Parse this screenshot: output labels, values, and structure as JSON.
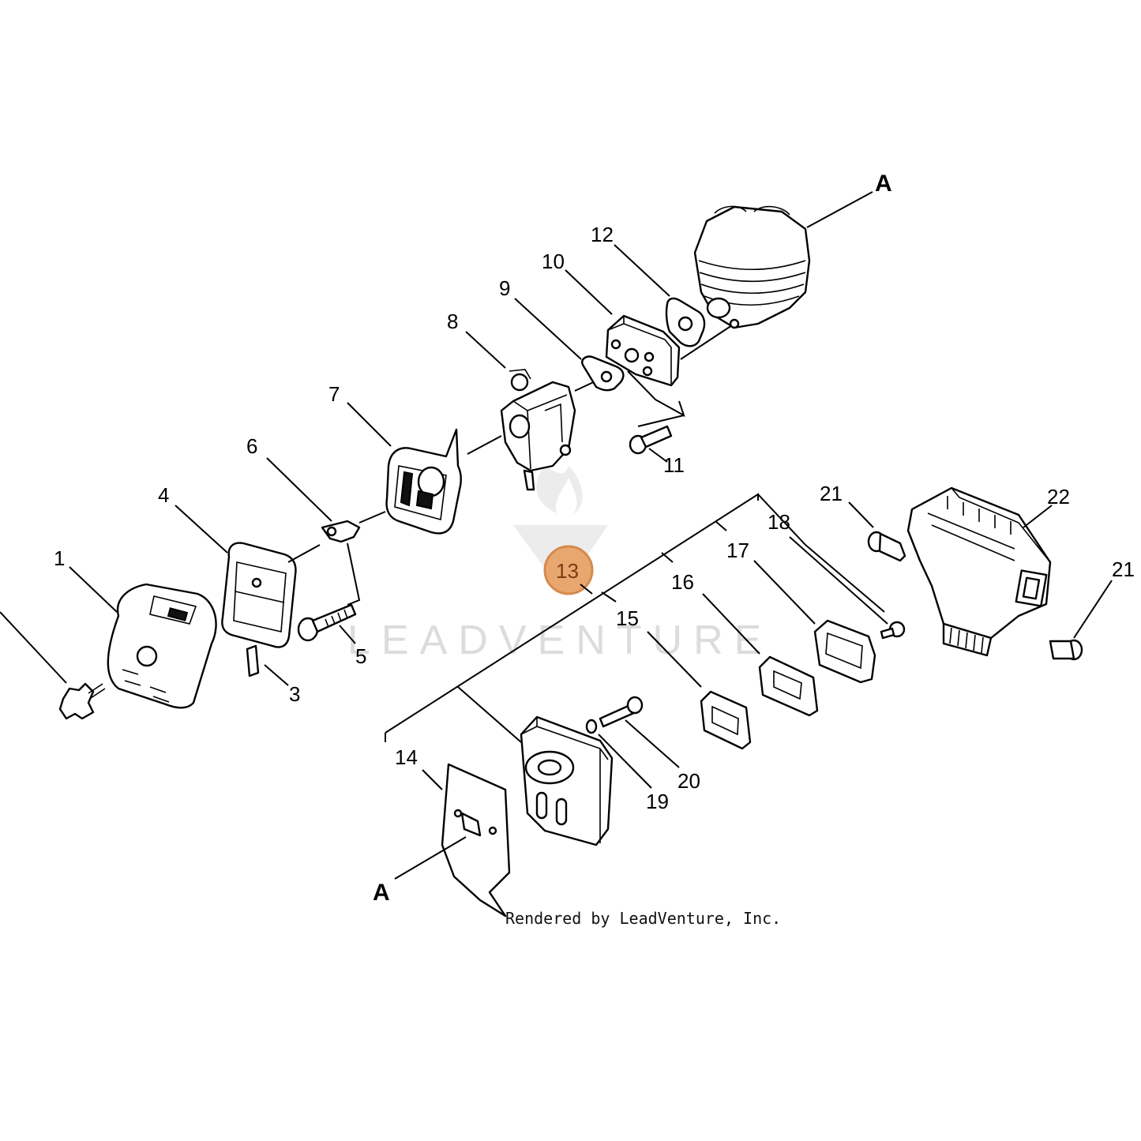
{
  "diagram": {
    "callouts": [
      "1",
      "3",
      "4",
      "5",
      "6",
      "7",
      "8",
      "9",
      "10",
      "11",
      "12",
      "13",
      "14",
      "15",
      "16",
      "17",
      "18",
      "19",
      "20",
      "21",
      "21",
      "22"
    ],
    "reference_labels": [
      "A",
      "A"
    ],
    "highlighted_callout": "13",
    "highlight_color": "#e9a770",
    "watermark_text": "LEADVENTURE",
    "credit_text": "Rendered by LeadVenture, Inc."
  }
}
